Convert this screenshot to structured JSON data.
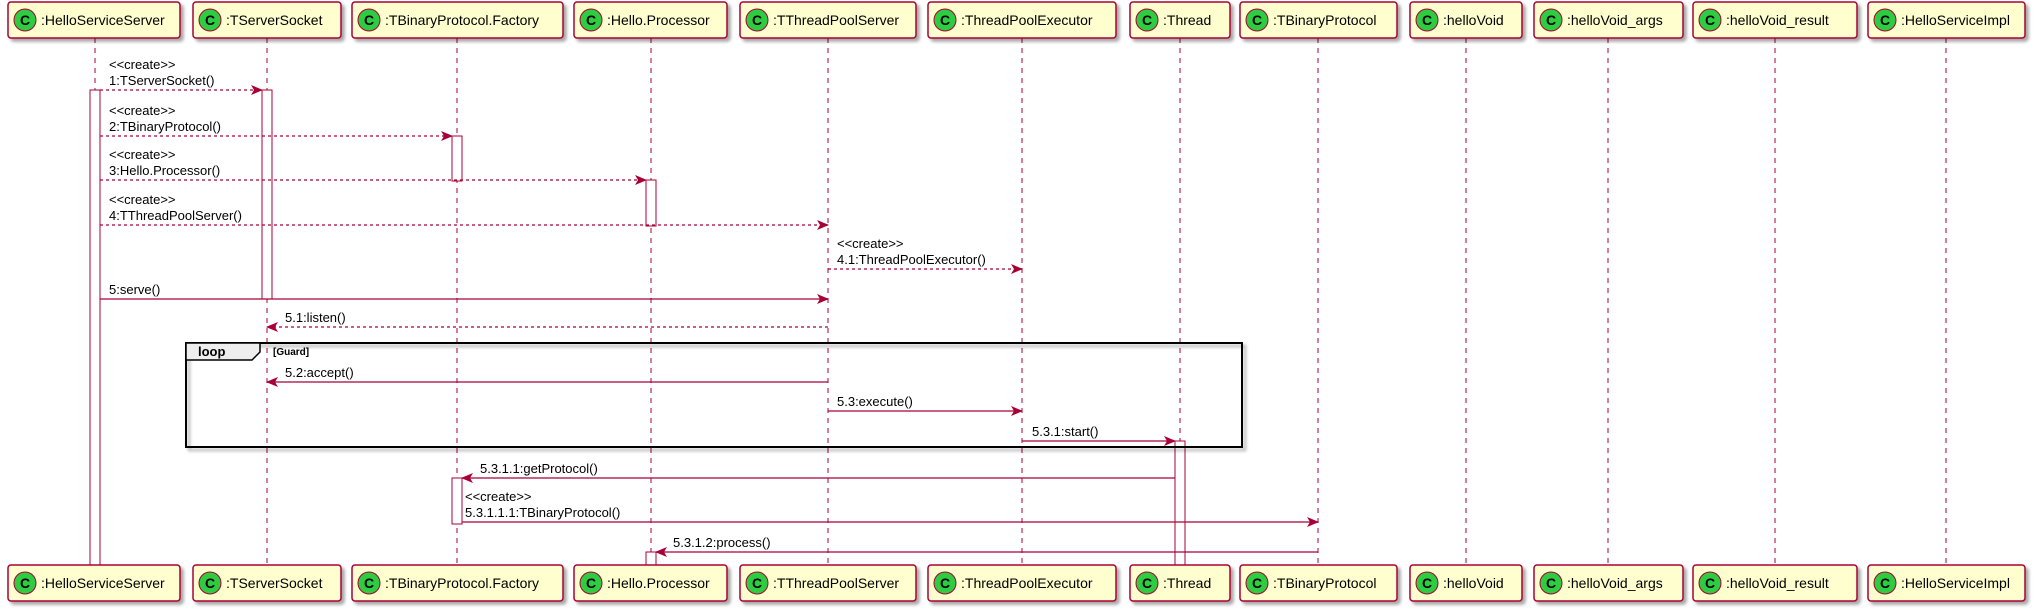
{
  "participants": [
    {
      "name": ":HelloServiceServer"
    },
    {
      "name": ":TServerSocket"
    },
    {
      "name": ":TBinaryProtocol.Factory"
    },
    {
      "name": ":Hello.Processor"
    },
    {
      "name": ":TThreadPoolServer"
    },
    {
      "name": ":ThreadPoolExecutor"
    },
    {
      "name": ":Thread"
    },
    {
      "name": ":TBinaryProtocol"
    },
    {
      "name": ":helloVoid"
    },
    {
      "name": ":helloVoid_args"
    },
    {
      "name": ":helloVoid_result"
    },
    {
      "name": ":HelloServiceImpl"
    }
  ],
  "class_badge": "C",
  "messages": [
    {
      "from": 0,
      "to": 1,
      "dashed": true,
      "lines": [
        "<<create>>",
        "1:TServerSocket()"
      ]
    },
    {
      "from": 0,
      "to": 2,
      "dashed": true,
      "lines": [
        "<<create>>",
        "2:TBinaryProtocol()"
      ]
    },
    {
      "from": 0,
      "to": 3,
      "dashed": true,
      "lines": [
        "<<create>>",
        "3:Hello.Processor()"
      ]
    },
    {
      "from": 0,
      "to": 4,
      "dashed": true,
      "lines": [
        "<<create>>",
        "4:TThreadPoolServer()"
      ]
    },
    {
      "from": 4,
      "to": 5,
      "dashed": true,
      "lines": [
        "<<create>>",
        "4.1:ThreadPoolExecutor()"
      ]
    },
    {
      "from": 0,
      "to": 4,
      "dashed": false,
      "lines": [
        "5:serve()"
      ]
    },
    {
      "from": 4,
      "to": 1,
      "dashed": true,
      "lines": [
        "5.1:listen()"
      ]
    },
    {
      "from": 4,
      "to": 1,
      "dashed": false,
      "lines": [
        "5.2:accept()"
      ]
    },
    {
      "from": 4,
      "to": 5,
      "dashed": false,
      "lines": [
        "5.3:execute()"
      ]
    },
    {
      "from": 5,
      "to": 6,
      "dashed": false,
      "lines": [
        "5.3.1:start()"
      ]
    },
    {
      "from": 6,
      "to": 2,
      "dashed": false,
      "lines": [
        "5.3.1.1:getProtocol()"
      ]
    },
    {
      "from": 2,
      "to": 7,
      "dashed": false,
      "lines": [
        "<<create>>",
        "5.3.1.1.1:TBinaryProtocol()"
      ]
    },
    {
      "from": 7,
      "to": 3,
      "dashed": false,
      "lines": [
        "5.3.1.2:process()"
      ]
    }
  ],
  "loop": {
    "keyword": "loop",
    "guard": "[Guard]"
  },
  "colors": {
    "line": "#a80036",
    "box_fill": "#fefece",
    "badge": "#2ecc40",
    "text": "#000000",
    "frame": "#000000"
  }
}
